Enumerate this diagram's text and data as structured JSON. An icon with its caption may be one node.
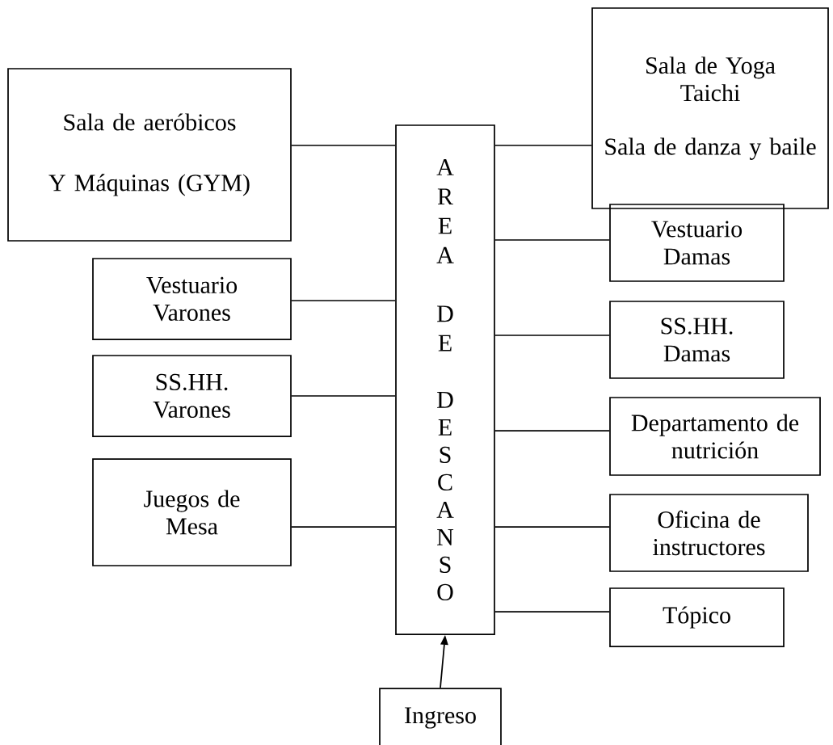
{
  "diagram": {
    "nodes": [
      {
        "text": [
          "Sala de Yoga Taichi",
          "Sala de danza y baile"
        ]
      },
      {
        "text": [
          "Sala de aeróbicos",
          "Y Máquinas (GYM)"
        ]
      },
      {
        "text": [
          "AREA DE DESCANSO"
        ]
      },
      {
        "text": [
          "Vestuario Damas"
        ]
      },
      {
        "text": [
          "Vestuario Varones"
        ]
      },
      {
        "text": [
          "SS.HH. Damas"
        ]
      },
      {
        "text": [
          "SS.HH. Varones"
        ]
      },
      {
        "text": [
          "Departamento de nutrición"
        ]
      },
      {
        "text": [
          "Juegos de Mesa"
        ]
      },
      {
        "text": [
          "Oficina de instructores"
        ]
      },
      {
        "text": [
          "Tópico"
        ]
      },
      {
        "text": [
          "Ingreso"
        ]
      }
    ],
    "edges": [
      {
        "from": 0,
        "to": 2,
        "arrow": "none"
      },
      {
        "from": 1,
        "to": 2,
        "arrow": "none"
      },
      {
        "from": 3,
        "to": 2,
        "arrow": "none"
      },
      {
        "from": 4,
        "to": 2,
        "arrow": "none"
      },
      {
        "from": 5,
        "to": 2,
        "arrow": "none"
      },
      {
        "from": 6,
        "to": 2,
        "arrow": "none"
      },
      {
        "from": 7,
        "to": 2,
        "arrow": "none"
      },
      {
        "from": 8,
        "to": 2,
        "arrow": "none"
      },
      {
        "from": 9,
        "to": 2,
        "arrow": "none"
      },
      {
        "from": 10,
        "to": 2,
        "arrow": "none"
      },
      {
        "from": 11,
        "to": 2,
        "arrow": "to"
      }
    ]
  }
}
